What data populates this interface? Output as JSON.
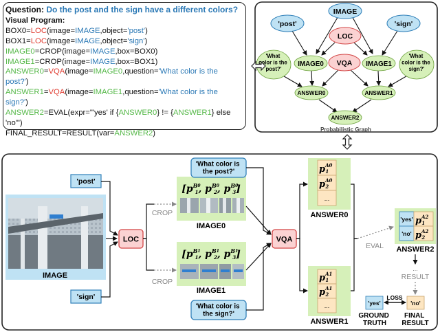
{
  "code": {
    "question_label": "Question:",
    "question_text": "Do the post and the sign have a different colors?",
    "program_label": "Visual Program:",
    "lines": [
      [
        {
          "t": "BOX0=",
          "c": ""
        },
        {
          "t": "LOC",
          "c": "fn"
        },
        {
          "t": "(image=",
          "c": ""
        },
        {
          "t": "IMAGE",
          "c": "str"
        },
        {
          "t": ",object=",
          "c": ""
        },
        {
          "t": "'post'",
          "c": "str"
        },
        {
          "t": ")",
          "c": ""
        }
      ],
      [
        {
          "t": "BOX1=",
          "c": ""
        },
        {
          "t": "LOC",
          "c": "fn"
        },
        {
          "t": "(image=",
          "c": ""
        },
        {
          "t": "IMAGE",
          "c": "str"
        },
        {
          "t": ",object=",
          "c": ""
        },
        {
          "t": "'sign'",
          "c": "str"
        },
        {
          "t": ")",
          "c": ""
        }
      ],
      [
        {
          "t": "IMAGE0",
          "c": "var"
        },
        {
          "t": "=CROP(image=",
          "c": ""
        },
        {
          "t": "IMAGE",
          "c": "str"
        },
        {
          "t": ",box=BOX0)",
          "c": ""
        }
      ],
      [
        {
          "t": "IMAGE1",
          "c": "var"
        },
        {
          "t": "=CROP(image=",
          "c": ""
        },
        {
          "t": "IMAGE",
          "c": "str"
        },
        {
          "t": ",box=BOX1)",
          "c": ""
        }
      ],
      [
        {
          "t": "ANSWER0",
          "c": "var"
        },
        {
          "t": "=",
          "c": ""
        },
        {
          "t": "VQA",
          "c": "fn"
        },
        {
          "t": "(image=",
          "c": ""
        },
        {
          "t": "IMAGE0",
          "c": "var"
        },
        {
          "t": ",question=",
          "c": ""
        },
        {
          "t": "'What color is the",
          "c": "str"
        }
      ],
      [
        {
          "t": "post?'",
          "c": "str"
        },
        {
          "t": ")",
          "c": ""
        }
      ],
      [
        {
          "t": "ANSWER1",
          "c": "var"
        },
        {
          "t": "=",
          "c": ""
        },
        {
          "t": "VQA",
          "c": "fn"
        },
        {
          "t": "(image=",
          "c": ""
        },
        {
          "t": "IMAGE1",
          "c": "var"
        },
        {
          "t": ",question=",
          "c": ""
        },
        {
          "t": "'What color is the",
          "c": "str"
        }
      ],
      [
        {
          "t": "sign?'",
          "c": "str"
        },
        {
          "t": ")",
          "c": ""
        }
      ],
      [
        {
          "t": "ANSWER2",
          "c": "var"
        },
        {
          "t": "=EVAL(expr=\"'yes' if {",
          "c": ""
        },
        {
          "t": "ANSWER0",
          "c": "var"
        },
        {
          "t": "} != {",
          "c": ""
        },
        {
          "t": "ANSWER1",
          "c": "var"
        },
        {
          "t": "} else",
          "c": ""
        }
      ],
      [
        {
          "t": "'no'\")",
          "c": ""
        }
      ],
      [
        {
          "t": "FINAL_RESULT=RESULT(var=",
          "c": ""
        },
        {
          "t": "ANSWER2",
          "c": "var"
        },
        {
          "t": ")",
          "c": ""
        }
      ]
    ]
  },
  "graph": {
    "caption": "Probabilistic Graph",
    "nodes": {
      "image": "IMAGE",
      "post": "'post'",
      "sign": "'sign'",
      "loc": "LOC",
      "q_post": [
        "'What",
        "color is the",
        "post?'"
      ],
      "q_sign": [
        "'What",
        "color is the",
        "sign?'"
      ],
      "image0": "IMAGE0",
      "vqa": "VQA",
      "image1": "IMAGE1",
      "answer0": "ANSWER0",
      "answer1": "ANSWER1",
      "answer2": "ANSWER2"
    }
  },
  "flow": {
    "post": "'post'",
    "sign": "'sign'",
    "image_label": "IMAGE",
    "loc": "LOC",
    "crop_top": "CROP",
    "crop_bottom": "CROP",
    "q_post": [
      "'What color is",
      "the post?'"
    ],
    "q_sign": [
      "'What color is",
      "the sign?'"
    ],
    "image0_label": "IMAGE0",
    "image1_label": "IMAGE1",
    "vqa": "VQA",
    "answer0_label": "ANSWER0",
    "answer1_label": "ANSWER1",
    "eval": "EVAL",
    "answer2_label": "ANSWER2",
    "result": "RESULT",
    "loss": "LOSS",
    "yes_gt": "'yes'",
    "no_final": "'no'",
    "ground_truth": [
      "GROUND",
      "TRUTH"
    ],
    "final_result": [
      "FINAL",
      "RESULT"
    ],
    "answer2_rows": [
      "'yes'",
      "'no'"
    ],
    "dots": "...",
    "prob_b0": {
      "sup": "B",
      "sub_sup": "0"
    },
    "prob_b1": {
      "sup": "B",
      "sub_sup": "1"
    },
    "prob_a0": "A0",
    "prob_a1": "A1",
    "prob_a2": "A2"
  },
  "colors": {
    "blue_fill": "#bfe2f4",
    "blue_stroke": "#2f7fb8",
    "red_fill": "#fbd2d2",
    "red_stroke": "#d24545",
    "green_fill": "#d6f0b9",
    "yellow_fill": "#fde6c2",
    "code_fn": "#e03c31",
    "code_str": "#2a78b5",
    "code_var": "#55b848"
  }
}
